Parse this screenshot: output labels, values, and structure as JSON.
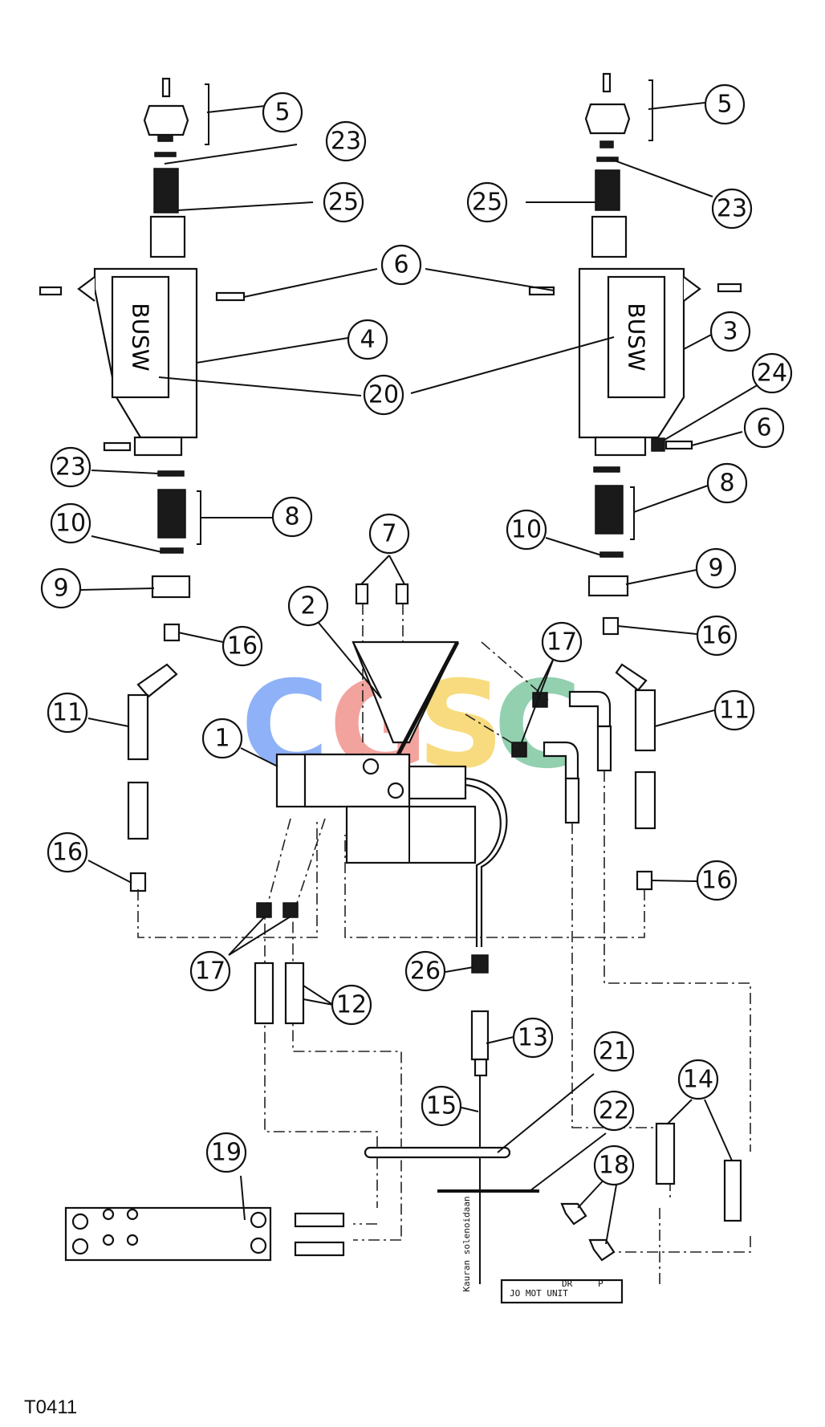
{
  "diagram": {
    "code": "T0411",
    "callouts": [
      {
        "id": "c5a",
        "label": "5"
      },
      {
        "id": "c5b",
        "label": "5"
      },
      {
        "id": "c23a",
        "label": "23"
      },
      {
        "id": "c23b",
        "label": "23"
      },
      {
        "id": "c25a",
        "label": "25"
      },
      {
        "id": "c25b",
        "label": "25"
      },
      {
        "id": "c6a",
        "label": "6"
      },
      {
        "id": "c6b",
        "label": "6"
      },
      {
        "id": "c4",
        "label": "4"
      },
      {
        "id": "c3",
        "label": "3"
      },
      {
        "id": "c20",
        "label": "20"
      },
      {
        "id": "c24",
        "label": "24"
      },
      {
        "id": "c23c",
        "label": "23"
      },
      {
        "id": "c8a",
        "label": "8"
      },
      {
        "id": "c8b",
        "label": "8"
      },
      {
        "id": "c10a",
        "label": "10"
      },
      {
        "id": "c10b",
        "label": "10"
      },
      {
        "id": "c9a",
        "label": "9"
      },
      {
        "id": "c9b",
        "label": "9"
      },
      {
        "id": "c7",
        "label": "7"
      },
      {
        "id": "c2",
        "label": "2"
      },
      {
        "id": "c16a",
        "label": "16"
      },
      {
        "id": "c16b",
        "label": "16"
      },
      {
        "id": "c16c",
        "label": "16"
      },
      {
        "id": "c16d",
        "label": "16"
      },
      {
        "id": "c17a",
        "label": "17"
      },
      {
        "id": "c17b",
        "label": "17"
      },
      {
        "id": "c11a",
        "label": "11"
      },
      {
        "id": "c11b",
        "label": "11"
      },
      {
        "id": "c1",
        "label": "1"
      },
      {
        "id": "c26",
        "label": "26"
      },
      {
        "id": "c12",
        "label": "12"
      },
      {
        "id": "c13",
        "label": "13"
      },
      {
        "id": "c21",
        "label": "21"
      },
      {
        "id": "c15",
        "label": "15"
      },
      {
        "id": "c22",
        "label": "22"
      },
      {
        "id": "c14",
        "label": "14"
      },
      {
        "id": "c19",
        "label": "19"
      },
      {
        "id": "c18",
        "label": "18"
      }
    ],
    "cylinder_marking": "BUSW",
    "cable_text": "Kauran solenoidaan",
    "pump_plate_text": "JO MOT UNIT",
    "port_labels": {
      "dr": "DR",
      "p": "P"
    },
    "watermark": {
      "text": [
        "C",
        "G",
        "S",
        "C"
      ],
      "colors": [
        "#6f9cf5",
        "#f08a84",
        "#f6d25a",
        "#74c49a"
      ]
    }
  }
}
